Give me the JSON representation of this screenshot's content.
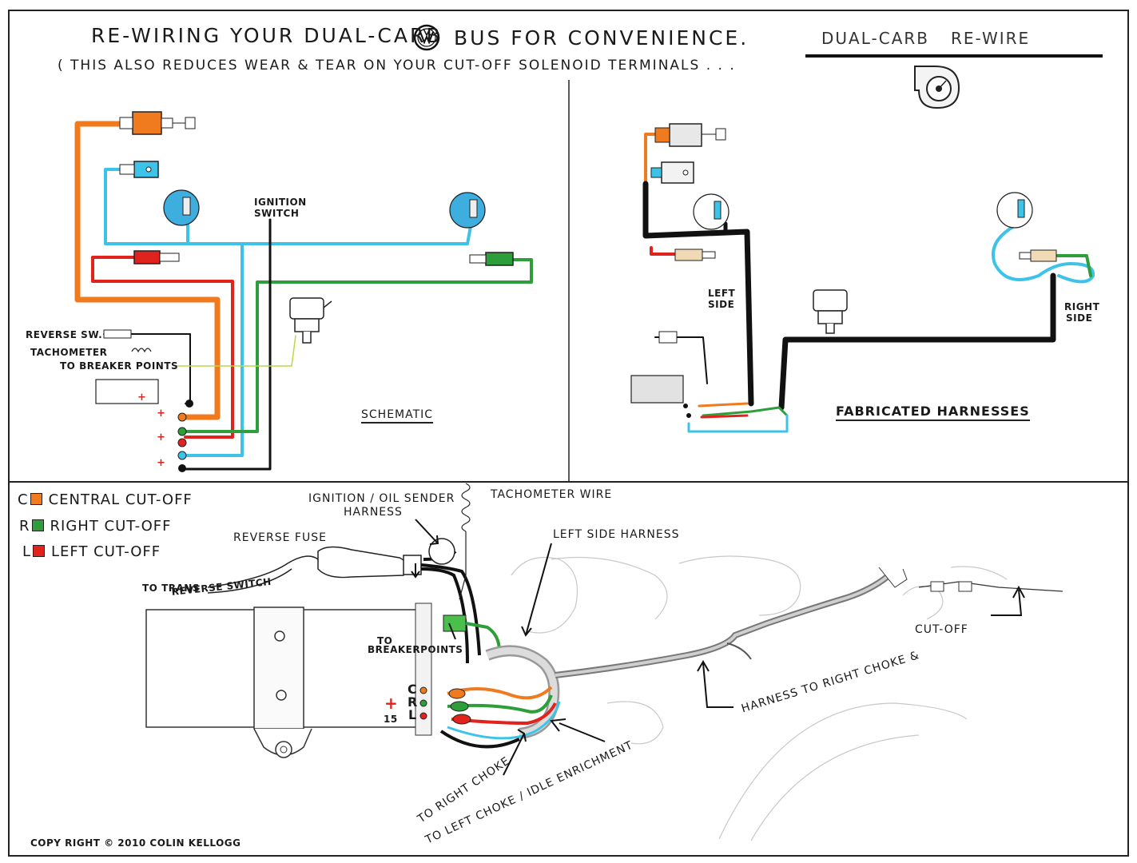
{
  "header": {
    "title": "RE-WIRING YOUR DUAL-CARB",
    "title_after_logo": "BUS FOR CONVENIENCE.",
    "subtitle": "( THIS ALSO REDUCES WEAR & TEAR ON YOUR CUT-OFF SOLENOID TERMINALS . . .",
    "side_title_left": "DUAL-CARB",
    "side_title_right": "RE-WIRE"
  },
  "schematic": {
    "ignition_switch": [
      "IGNITION",
      "SWITCH"
    ],
    "reverse_sw": "REVERSE SW.",
    "tachometer": "TACHOMETER",
    "to_breaker_points": "TO BREAKER POINTS",
    "caption": "SCHEMATIC"
  },
  "fabricated": {
    "left_side": [
      "LEFT",
      "SIDE"
    ],
    "right_side": [
      "RIGHT",
      "SIDE"
    ],
    "caption": "FABRICATED HARNESSES"
  },
  "legend": [
    {
      "letter": "C",
      "label": "CENTRAL CUT-OFF",
      "color": "#f07a1e"
    },
    {
      "letter": "R",
      "label": "RIGHT CUT-OFF",
      "color": "#2e9e3a"
    },
    {
      "letter": "L",
      "label": "LEFT CUT-OFF",
      "color": "#e0231c"
    }
  ],
  "detail": {
    "ignition_oil_sender": [
      "IGNITION / OIL SENDER",
      "HARNESS"
    ],
    "tachometer_wire": "TACHOMETER WIRE",
    "left_side_harness": "LEFT SIDE HARNESS",
    "reverse_fuse": "REVERSE FUSE",
    "to_trans": [
      "TO TRANS",
      "REVERSE SWITCH"
    ],
    "to_breaker": [
      "TO",
      "BREAKERPOINTS"
    ],
    "terminal_letters": [
      "C",
      "R",
      "L"
    ],
    "terminal_15": "15",
    "to_right_choke": "TO RIGHT CHOKE",
    "to_left_choke": "TO LEFT CHOKE / IDLE ENRICHMENT",
    "harness_right": "HARNESS TO RIGHT CHOKE &",
    "cut_off": "CUT-OFF",
    "copyright": "COPY RIGHT © 2010  COLIN KELLOGG"
  },
  "colors": {
    "orange": "#f07a1e",
    "blue": "#3ec3e8",
    "red": "#e0231c",
    "green": "#2e9e3a",
    "black": "#111111",
    "yellow_green": "#b8d94a"
  }
}
